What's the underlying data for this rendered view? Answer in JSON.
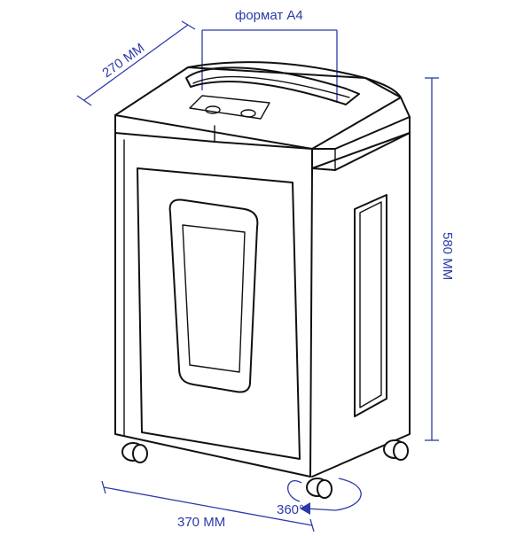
{
  "labels": {
    "format": "формат А4",
    "depth": "270 ММ",
    "height": "580 ММ",
    "width": "370 ММ",
    "rotation": "360°"
  },
  "colors": {
    "dimension": "#2b3aa8",
    "outline": "#111111",
    "background": "#ffffff"
  },
  "icons": {
    "rotation": "rotate-arrow-icon"
  }
}
